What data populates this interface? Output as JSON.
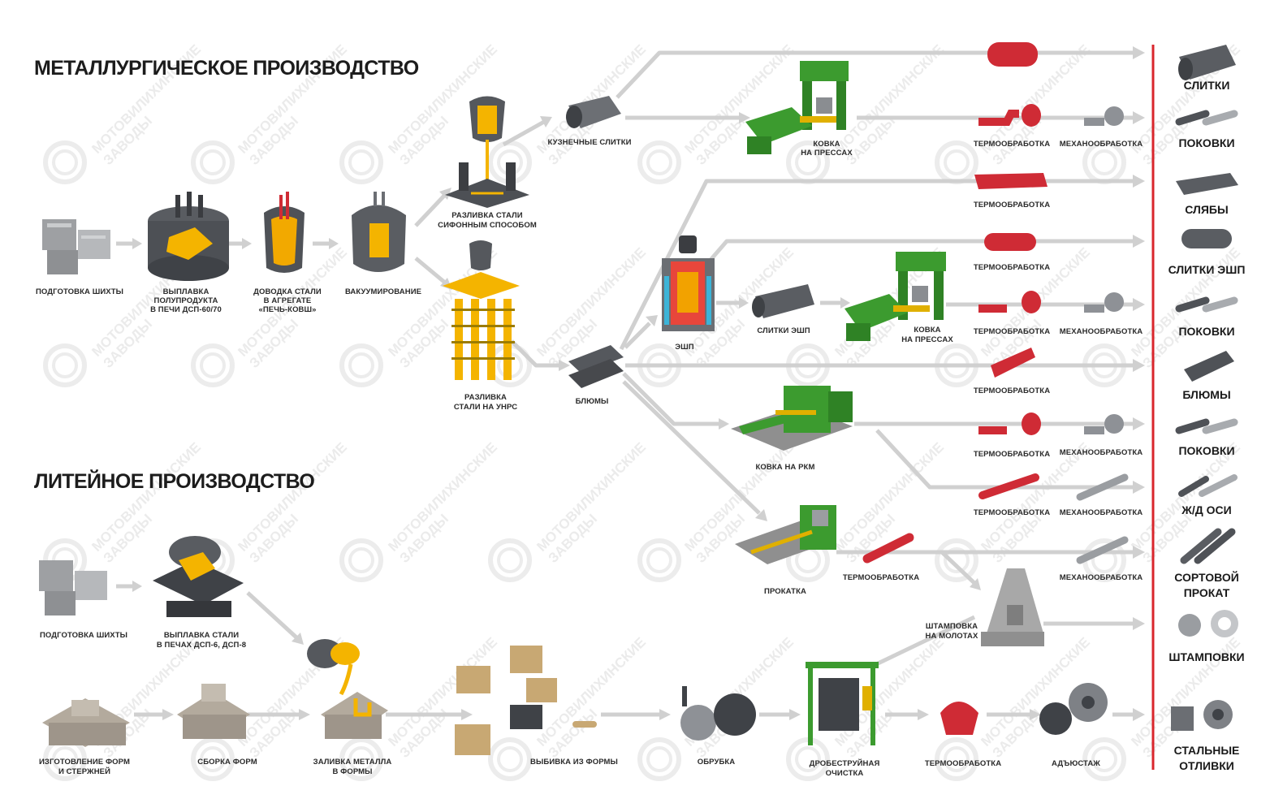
{
  "titles": {
    "metallurgy": "МЕТАЛЛУРГИЧЕСКОЕ ПРОИЗВОДСТВО",
    "foundry": "ЛИТЕЙНОЕ ПРОИЗВОДСТВО"
  },
  "metallurgy_steps": {
    "charge": "ПОДГОТОВКА ШИХТЫ",
    "smelt_1": "ВЫПЛАВКА",
    "smelt_2": "ПОЛУПРОДУКТА",
    "smelt_3": "В ПЕЧИ ДСП-60/70",
    "refine_1": "ДОВОДКА СТАЛИ",
    "refine_2": "В АГРЕГАТЕ",
    "refine_3": "«ПЕЧЬ-КОВШ»",
    "vacuum": "ВАКУУМИРОВАНИЕ",
    "siphon_1": "РАЗЛИВКА СТАЛИ",
    "siphon_2": "СИФОННЫМ СПОСОБОМ",
    "ccm_1": "РАЗЛИВКА",
    "ccm_2": "СТАЛИ НА УНРС",
    "forge_ingots": "КУЗНЕЧНЫЕ СЛИТКИ",
    "press_1_a": "КОВКА",
    "press_1_b": "НА ПРЕССАХ",
    "blooms": "БЛЮМЫ",
    "esr": "ЭШП",
    "esr_ingots": "СЛИТКИ ЭШП",
    "press_2_a": "КОВКА",
    "press_2_b": "НА ПРЕССАХ",
    "rfm": "КОВКА НА РКМ",
    "rolling": "ПРОКАТКА",
    "heat_rolling": "ТЕРМООБРАБОТКА",
    "stamp_1": "ШТАМПОВКА",
    "stamp_2": "НА МОЛОТАХ",
    "heat_1": "ТЕРМООБРАБОТКА",
    "mach_1": "МЕХАНООБРАБОТКА",
    "heat_2": "ТЕРМООБРАБОТКА",
    "heat_3": "ТЕРМООБРАБОТКА",
    "heat_4": "ТЕРМООБРАБОТКА",
    "mach_4": "МЕХАНООБРАБОТКА",
    "heat_5": "ТЕРМООБРАБОТКА",
    "heat_6": "ТЕРМООБРАБОТКА",
    "mach_6": "МЕХАНООБРАБОТКА",
    "heat_7": "ТЕРМООБРАБОТКА",
    "mach_7": "МЕХАНООБРАБОТКА",
    "mach_8": "МЕХАНООБРАБОТКА"
  },
  "foundry_steps": {
    "charge": "ПОДГОТОВКА ШИХТЫ",
    "melt_1": "ВЫПЛАВКА СТАЛИ",
    "melt_2": "В ПЕЧАХ ДСП-6, ДСП-8",
    "molds_1": "ИЗГОТОВЛЕНИЕ ФОРМ",
    "molds_2": "И СТЕРЖНЕЙ",
    "assembly": "СБОРКА ФОРМ",
    "pour_1": "ЗАЛИВКА МЕТАЛЛА",
    "pour_2": "В ФОРМЫ",
    "knockout": "ВЫБИВКА ИЗ ФОРМЫ",
    "trimming": "ОБРУБКА",
    "blast_1": "ДРОБЕСТРУЙНАЯ",
    "blast_2": "ОЧИСТКА",
    "heat": "ТЕРМООБРАБОТКА",
    "finishing": "АДЪЮСТАЖ"
  },
  "products": {
    "p1": "СЛИТКИ",
    "p2": "ПОКОВКИ",
    "p3": "СЛЯБЫ",
    "p4": "СЛИТКИ ЭШП",
    "p5": "ПОКОВКИ",
    "p6": "БЛЮМЫ",
    "p7": "ПОКОВКИ",
    "p8": "Ж/Д ОСИ",
    "p9_a": "СОРТОВОЙ",
    "p9_b": "ПРОКАТ",
    "p10": "ШТАМПОВКИ",
    "p11_a": "СТАЛЬНЫЕ",
    "p11_b": "ОТЛИВКИ"
  },
  "watermark": {
    "line1": "МОТОВИЛИХИНСКИЕ",
    "line2": "ЗАВОДЫ"
  },
  "colors": {
    "arrow": "#d0d0d0",
    "divider": "#d9262c",
    "machine_green": "#3c9b2f",
    "hot_red": "#cf2b35",
    "molten": "#f7b800",
    "steel_dark": "#4a4d52",
    "sand": "#c8a873"
  }
}
